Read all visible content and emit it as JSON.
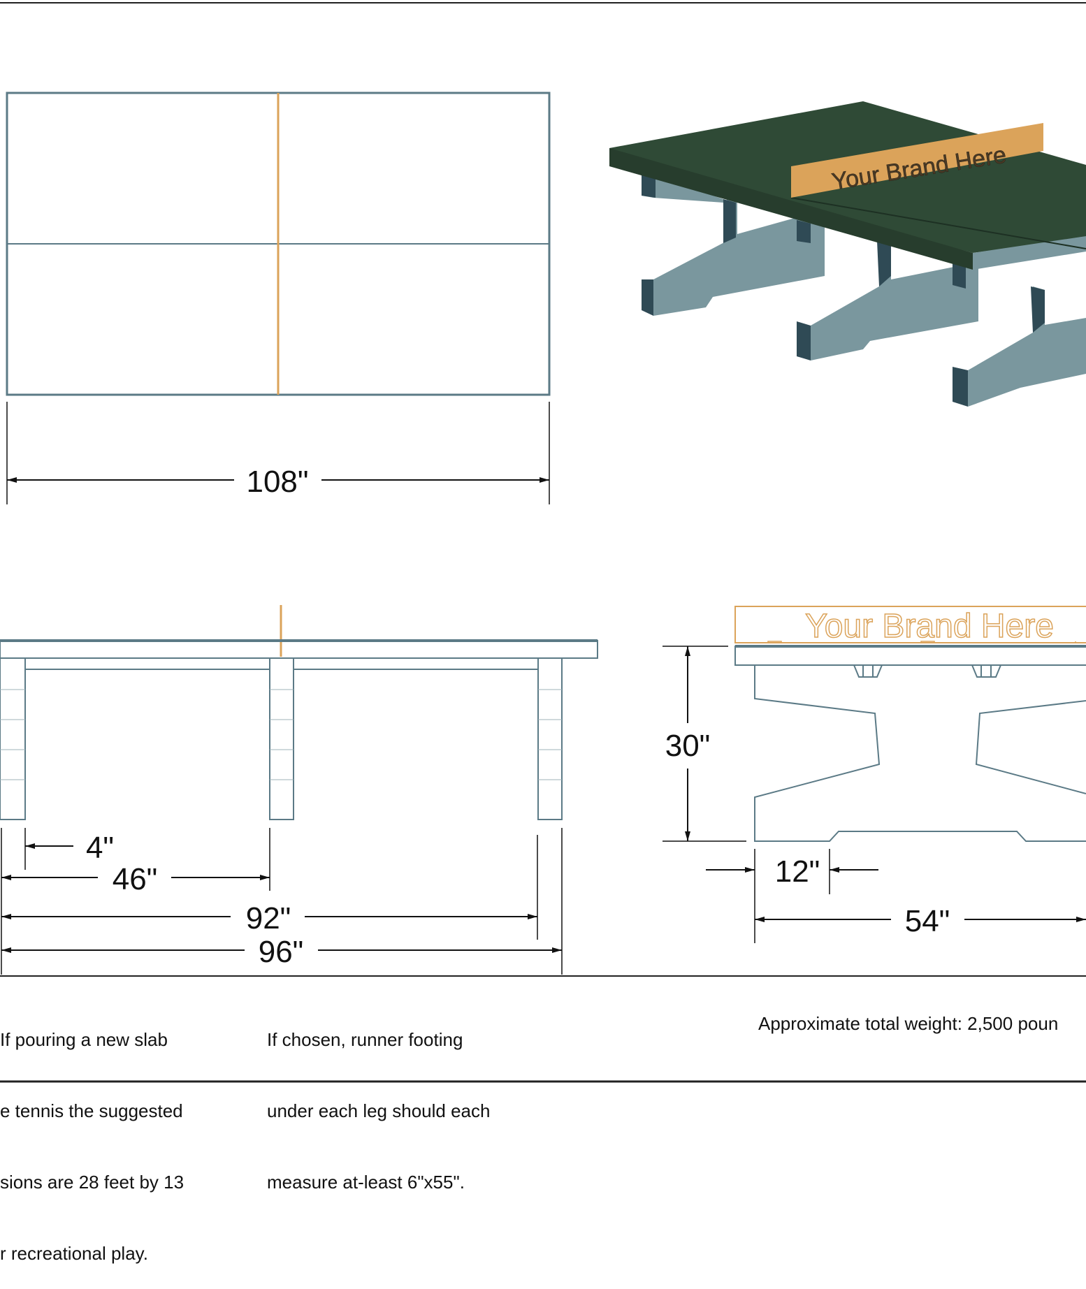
{
  "colors": {
    "outline": "#5b7a86",
    "tabletop": "#2f4a36",
    "leg_light": "#7a979e",
    "leg_dark": "#2f4a55",
    "net": "#dba35a"
  },
  "top_view": {
    "dimension": "108\""
  },
  "iso_view": {
    "brand_text": "Your Brand Here"
  },
  "side_view": {
    "dimensions": {
      "leg_width": "4\"",
      "half_span": "46\"",
      "inner_span": "92\"",
      "overall": "96\""
    }
  },
  "end_view": {
    "brand_text": "Your Brand Here",
    "dimensions": {
      "height": "30\"",
      "leg_width": "12\"",
      "width": "54\""
    }
  },
  "notes": {
    "slab": [
      "If pouring a new slab",
      "e tennis the suggested",
      "sions are 28 feet by 13",
      "r recreational play."
    ],
    "footing": [
      "If chosen, runner footing",
      "under each leg should each",
      "measure at-least 6\"x55\"."
    ],
    "weight": "Approximate total weight: 2,500 poun"
  }
}
